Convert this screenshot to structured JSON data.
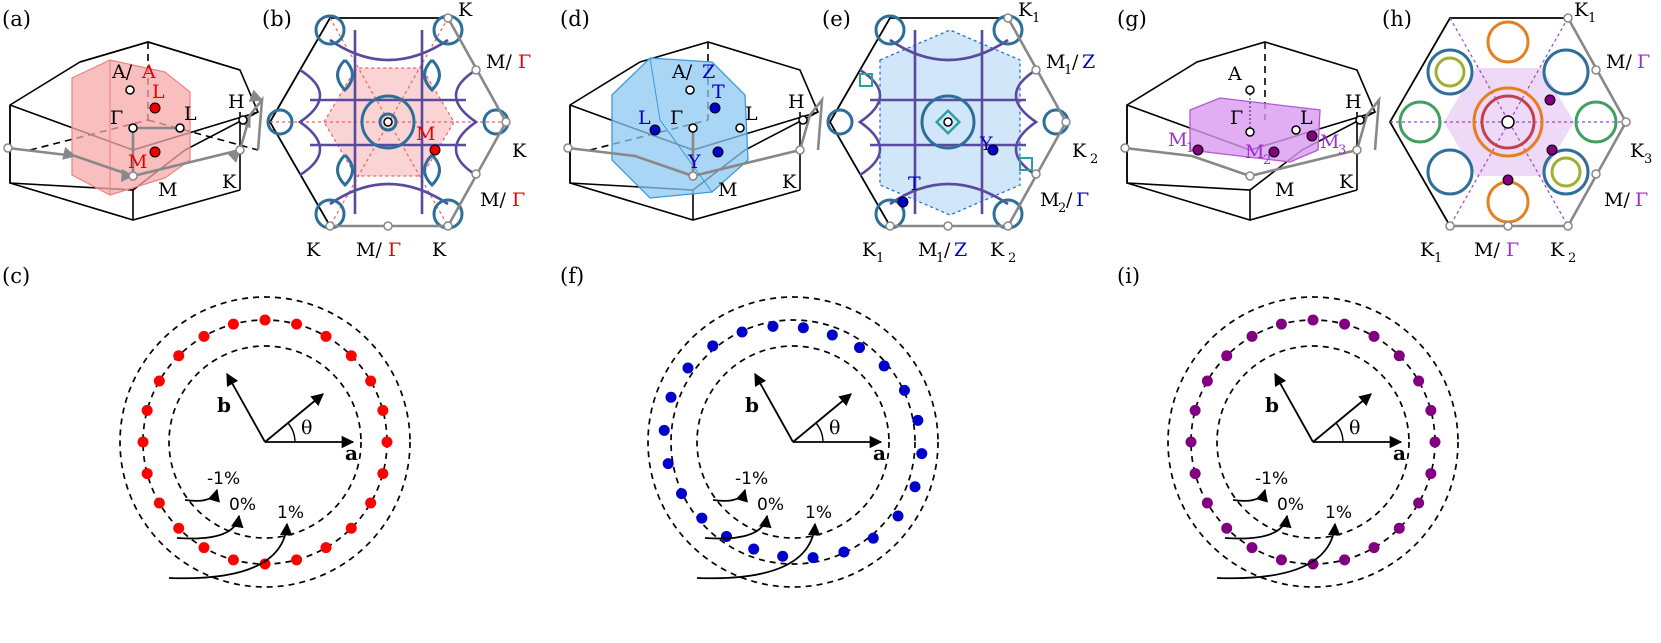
{
  "panels": {
    "a": {
      "tag": "(a)",
      "points": [
        "A/",
        "A",
        "L",
        "Γ",
        "L",
        "H",
        "M",
        "M",
        "K"
      ]
    },
    "b": {
      "tag": "(b)",
      "points": [
        "K",
        "M/",
        "Γ",
        "K",
        "M/",
        "Γ",
        "K",
        "M/",
        "Γ",
        "K",
        "M"
      ]
    },
    "c": {
      "tag": "(c)"
    },
    "d": {
      "tag": "(d)",
      "points": [
        "A/",
        "Z",
        "T",
        "L",
        "Γ",
        "L",
        "H",
        "Y",
        "M",
        "K"
      ]
    },
    "e": {
      "tag": "(e)",
      "points": [
        "K",
        "1",
        "M",
        "1",
        "/",
        "Z",
        "K",
        "2",
        "Y",
        "M",
        "2",
        "/",
        "Γ",
        "T",
        "K",
        "1",
        "M",
        "1",
        "/",
        "Z",
        "K",
        "2"
      ]
    },
    "f": {
      "tag": "(f)"
    },
    "g": {
      "tag": "(g)",
      "points": [
        "A",
        "Γ",
        "L",
        "H",
        "M",
        "1",
        "M",
        "2",
        "M",
        "3",
        "M",
        "K"
      ]
    },
    "h": {
      "tag": "(h)",
      "points": [
        "K",
        "1",
        "M/",
        "Γ",
        "K",
        "3",
        "M/",
        "Γ",
        "K",
        "1",
        "M/",
        "Γ",
        "K",
        "2"
      ]
    },
    "i": {
      "tag": "(i)"
    }
  },
  "strain_rings": {
    "labels": [
      "-1%",
      "0%",
      "1%"
    ],
    "axes": {
      "a": "a",
      "b": "b",
      "theta": "θ"
    },
    "points_per_ring": 24
  },
  "colors": {
    "red": "#ff0000",
    "blue": "#0000cc",
    "purple": "#800080",
    "red_fill": "#f7a8a8",
    "blue_fill": "#8cc8f0",
    "purple_fill": "#d99af0",
    "fs_teal": "#2e6f9a",
    "fs_violet": "#5a4a9e"
  }
}
